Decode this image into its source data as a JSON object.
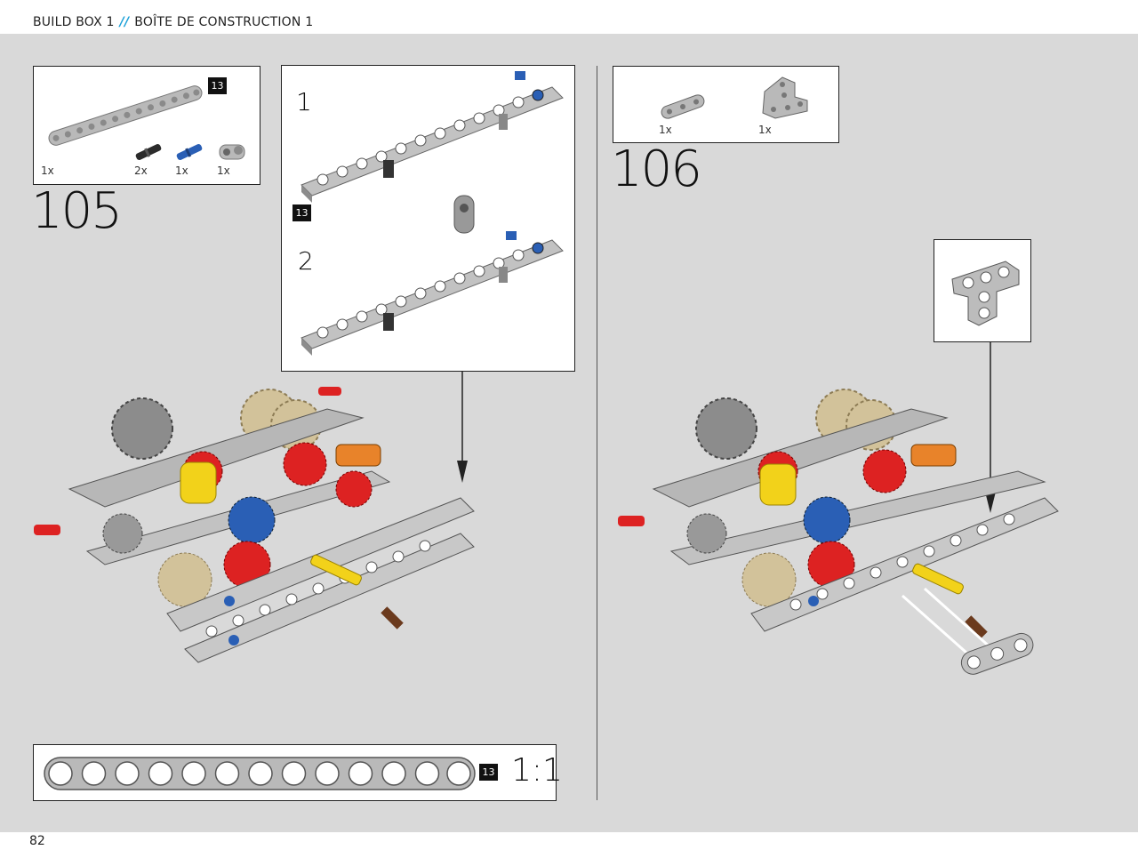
{
  "header": {
    "left": "BUILD BOX 1",
    "separator": "//",
    "right": "BOÎTE DE CONSTRUCTION 1"
  },
  "page_number": "82",
  "step_105": {
    "number": "105",
    "parts": {
      "badge": "13",
      "items": [
        {
          "qty": "1x",
          "icon": "beam-13-icon"
        },
        {
          "qty": "2x",
          "icon": "black-pin-icon"
        },
        {
          "qty": "1x",
          "icon": "blue-axle-pin-icon"
        },
        {
          "qty": "1x",
          "icon": "pin-connector-icon"
        }
      ]
    },
    "substeps": {
      "label_1": "1",
      "label_2": "2",
      "badge": "13"
    }
  },
  "step_106": {
    "number": "106",
    "parts": {
      "items": [
        {
          "qty": "1x",
          "icon": "beam-3-icon"
        },
        {
          "qty": "1x",
          "icon": "t-beam-icon"
        }
      ]
    }
  },
  "ruler": {
    "badge": "13",
    "scale": "1:1",
    "hole_count": 13
  },
  "colors": {
    "page_bg": "#d9d9d9",
    "beam_gray": "#b4b4b4",
    "accent_blue": "#1aa0d8"
  }
}
